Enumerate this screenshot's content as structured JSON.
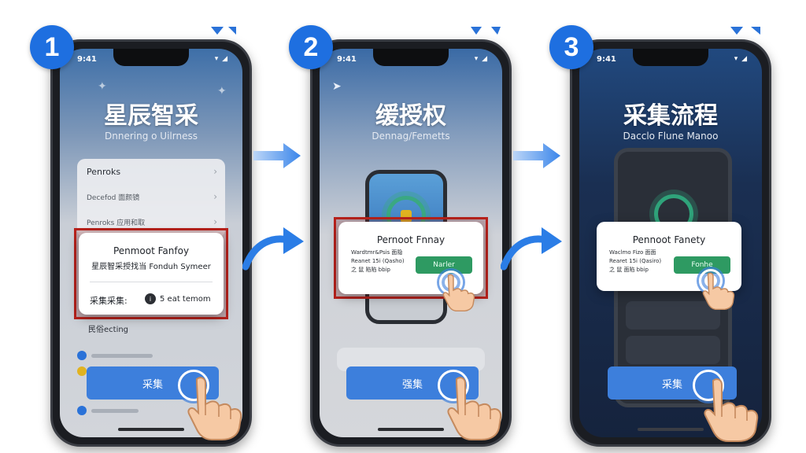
{
  "steps": [
    "1",
    "2",
    "3"
  ],
  "colors": {
    "accent": "#1e6fe0",
    "highlight": "#b8221c",
    "confirm": "#2e9a62",
    "button": "#3d7fdc"
  },
  "screen1": {
    "title": "星辰智采",
    "subtitle": "Dnnering o Uilrness",
    "rows": [
      "Penroks",
      "Decefod 面颜镜",
      "Penroks 应用和取"
    ],
    "bottom_label": "民俗ecting",
    "dialog": {
      "title": "Penmoot Fanfoy",
      "subtitle": "星辰智采授找当 Fonduh Symeer",
      "left_label": "采集采集:",
      "right_label": "5 eat temom"
    },
    "button_label": "采集"
  },
  "screen2": {
    "title": "缓授权",
    "subtitle": "Dennag/Femetts",
    "dialog": {
      "title": "Pernoot Fnnay",
      "lines": [
        "Wardtmr&Psis 面隐",
        "Reanet 15i (Qasho)",
        "之 鼠 陷陷 bbip"
      ],
      "button": "Narler"
    },
    "button_label": "强集"
  },
  "screen3": {
    "title": "采集流程",
    "subtitle": "Dacclo Flune Manoo",
    "dialog": {
      "title": "Pennoot Fanety",
      "lines": [
        "Waclmo Fizo 面面",
        "Rearet 15i (Qasiro)",
        "之 鼠 面陷 bbip"
      ],
      "button": "Fonhe"
    },
    "button_label": "采集"
  },
  "status": {
    "time": "9:41",
    "icons": "▾ ◢"
  },
  "icons": {
    "pointer": "hand-pointer-icon",
    "arrow": "arrow-right-icon",
    "curve": "curved-arrow-icon"
  }
}
